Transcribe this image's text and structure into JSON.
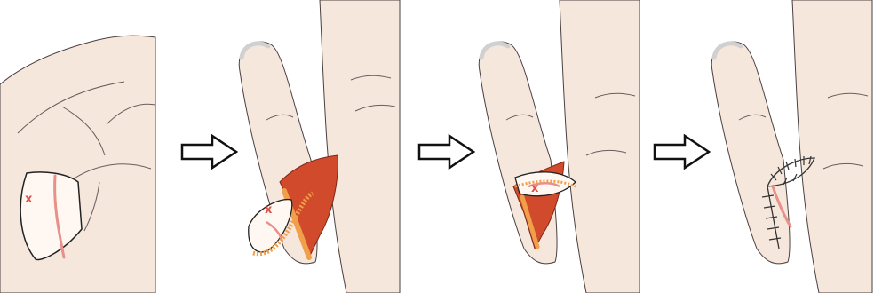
{
  "figure": {
    "panels": [
      {
        "step": 1,
        "mark": "x"
      },
      {
        "step": 2,
        "mark": "x"
      },
      {
        "step": 3,
        "mark": "x"
      },
      {
        "step": 4,
        "mark": ""
      }
    ],
    "arrows": 3
  },
  "colors": {
    "skin": "#f6e7dd",
    "skin_line": "#4a4040",
    "nail": "#d0d0d0",
    "flap_red": "#d14a2c",
    "flap_dark": "#b33c22",
    "fat_orange": "#f0a04a",
    "artery": "#e8918a",
    "x_mark": "#e2504a",
    "suture": "#333333"
  }
}
